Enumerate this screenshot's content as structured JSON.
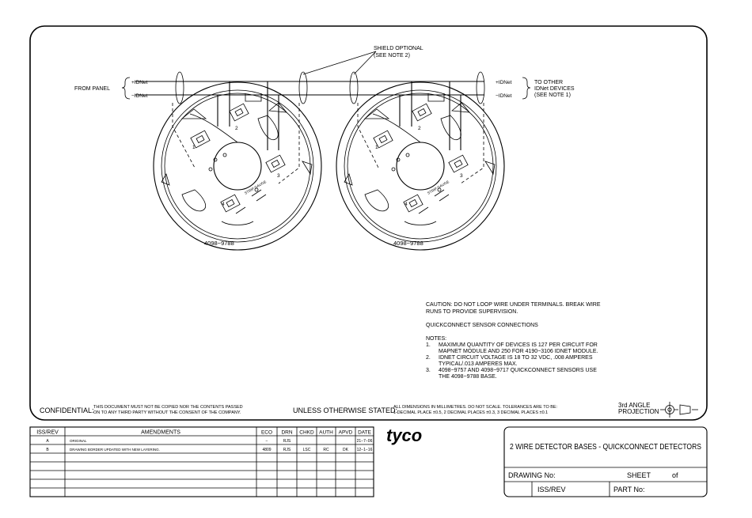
{
  "wiring": {
    "plus_idnet": "+IDNet",
    "minus_idnet": "−IDNet",
    "from_panel": "FROM PANEL",
    "shield_line1": "SHIELD OPTIONAL",
    "shield_line2": "(SEE NOTE 2)",
    "to_other_line1": "TO OTHER",
    "to_other_line2": "IDNet DEVICES",
    "to_other_line3": "(SEE NOTE 1)"
  },
  "bases": [
    {
      "part_number": "4098−9788",
      "terminals": [
        "1",
        "2",
        "3",
        "4"
      ],
      "strip_gauge": "STRIP GAUGE"
    },
    {
      "part_number": "4098−9788",
      "terminals": [
        "1",
        "2",
        "3",
        "4"
      ],
      "strip_gauge": "STRIP GAUGE"
    }
  ],
  "notes": {
    "caution_line1": "CAUTION: DO NOT LOOP WIRE UNDER TERMINALS. BREAK WIRE",
    "caution_line2": "RUNS TO PROVIDE SUPERVISION.",
    "subtitle": "QUICKCONNECT SENSOR CONNECTIONS",
    "notes_heading": "NOTES:",
    "items": [
      {
        "num": "1.",
        "lines": [
          "MAXIMUM QUANTITY OF DEVICES IS 127 PER CIRCUIT FOR",
          "MAPNET MODULE AND 250 FOR 4190−3106 IDNET MODULE."
        ]
      },
      {
        "num": "2.",
        "lines": [
          "IDNET CIRCUIT VOLTAGE IS 18 TO 32 VDC, .008 AMPERES",
          "TYPICAL/.013 AMPERES MAX."
        ]
      },
      {
        "num": "3.",
        "lines": [
          "4098−9757 AND 4098−9717 QUICKCONNECT SENSORS USE",
          "THE 4098−9788 BASE."
        ]
      }
    ]
  },
  "footer": {
    "confidential_label": "CONFIDENTIAL:",
    "confidential_line1": "THIS DOCUMENT MUST NOT BE COPIED NOR THE CONTENTS PASSED",
    "confidential_line2": "ON TO ANY THIRD PARTY WITHOUT THE CONSENT OF THE COMPANY.",
    "unless_label": "UNLESS OTHERWISE STATED:",
    "dims_line1": "ALL DIMENSIONS IN MILLIMETRES. DO NOT SCALE. TOLERANCES ARE TO BE:",
    "dims_line2": "1 DECIMAL PLACE ±0.5, 2 DECIMAL PLACES ±0.3, 3 DECIMAL PLACES ±0.1",
    "projection_line1": "3rd ANGLE",
    "projection_line2": "PROJECTION"
  },
  "revision_table": {
    "headers": [
      "ISS/REV",
      "AMENDMENTS",
      "ECO",
      "DRN",
      "CHKD",
      "AUTH",
      "APVD",
      "DATE"
    ],
    "rows": [
      [
        "A",
        "ORIGINAL",
        "−",
        "RJS",
        "",
        "",
        "",
        "21−7−06"
      ],
      [
        "B",
        "DRAWING BORDER UPDATED WITH NEW LAYERING.",
        "4809",
        "RJS",
        "LSC",
        "RC",
        "DK",
        "12−1−16"
      ],
      [
        "",
        "",
        "",
        "",
        "",
        "",
        "",
        ""
      ],
      [
        "",
        "",
        "",
        "",
        "",
        "",
        "",
        ""
      ],
      [
        "",
        "",
        "",
        "",
        "",
        "",
        "",
        ""
      ],
      [
        "",
        "",
        "",
        "",
        "",
        "",
        "",
        ""
      ]
    ]
  },
  "brand": {
    "logo": "tyco"
  },
  "title_block": {
    "title": "2 WIRE DETECTOR BASES - QUICKCONNECT DETECTORS",
    "drawing_no_label": "DRAWING No:",
    "sheet_label": "SHEET",
    "of_label": "of",
    "iss_rev_label": "ISS/REV",
    "part_no_label": "PART No:"
  }
}
